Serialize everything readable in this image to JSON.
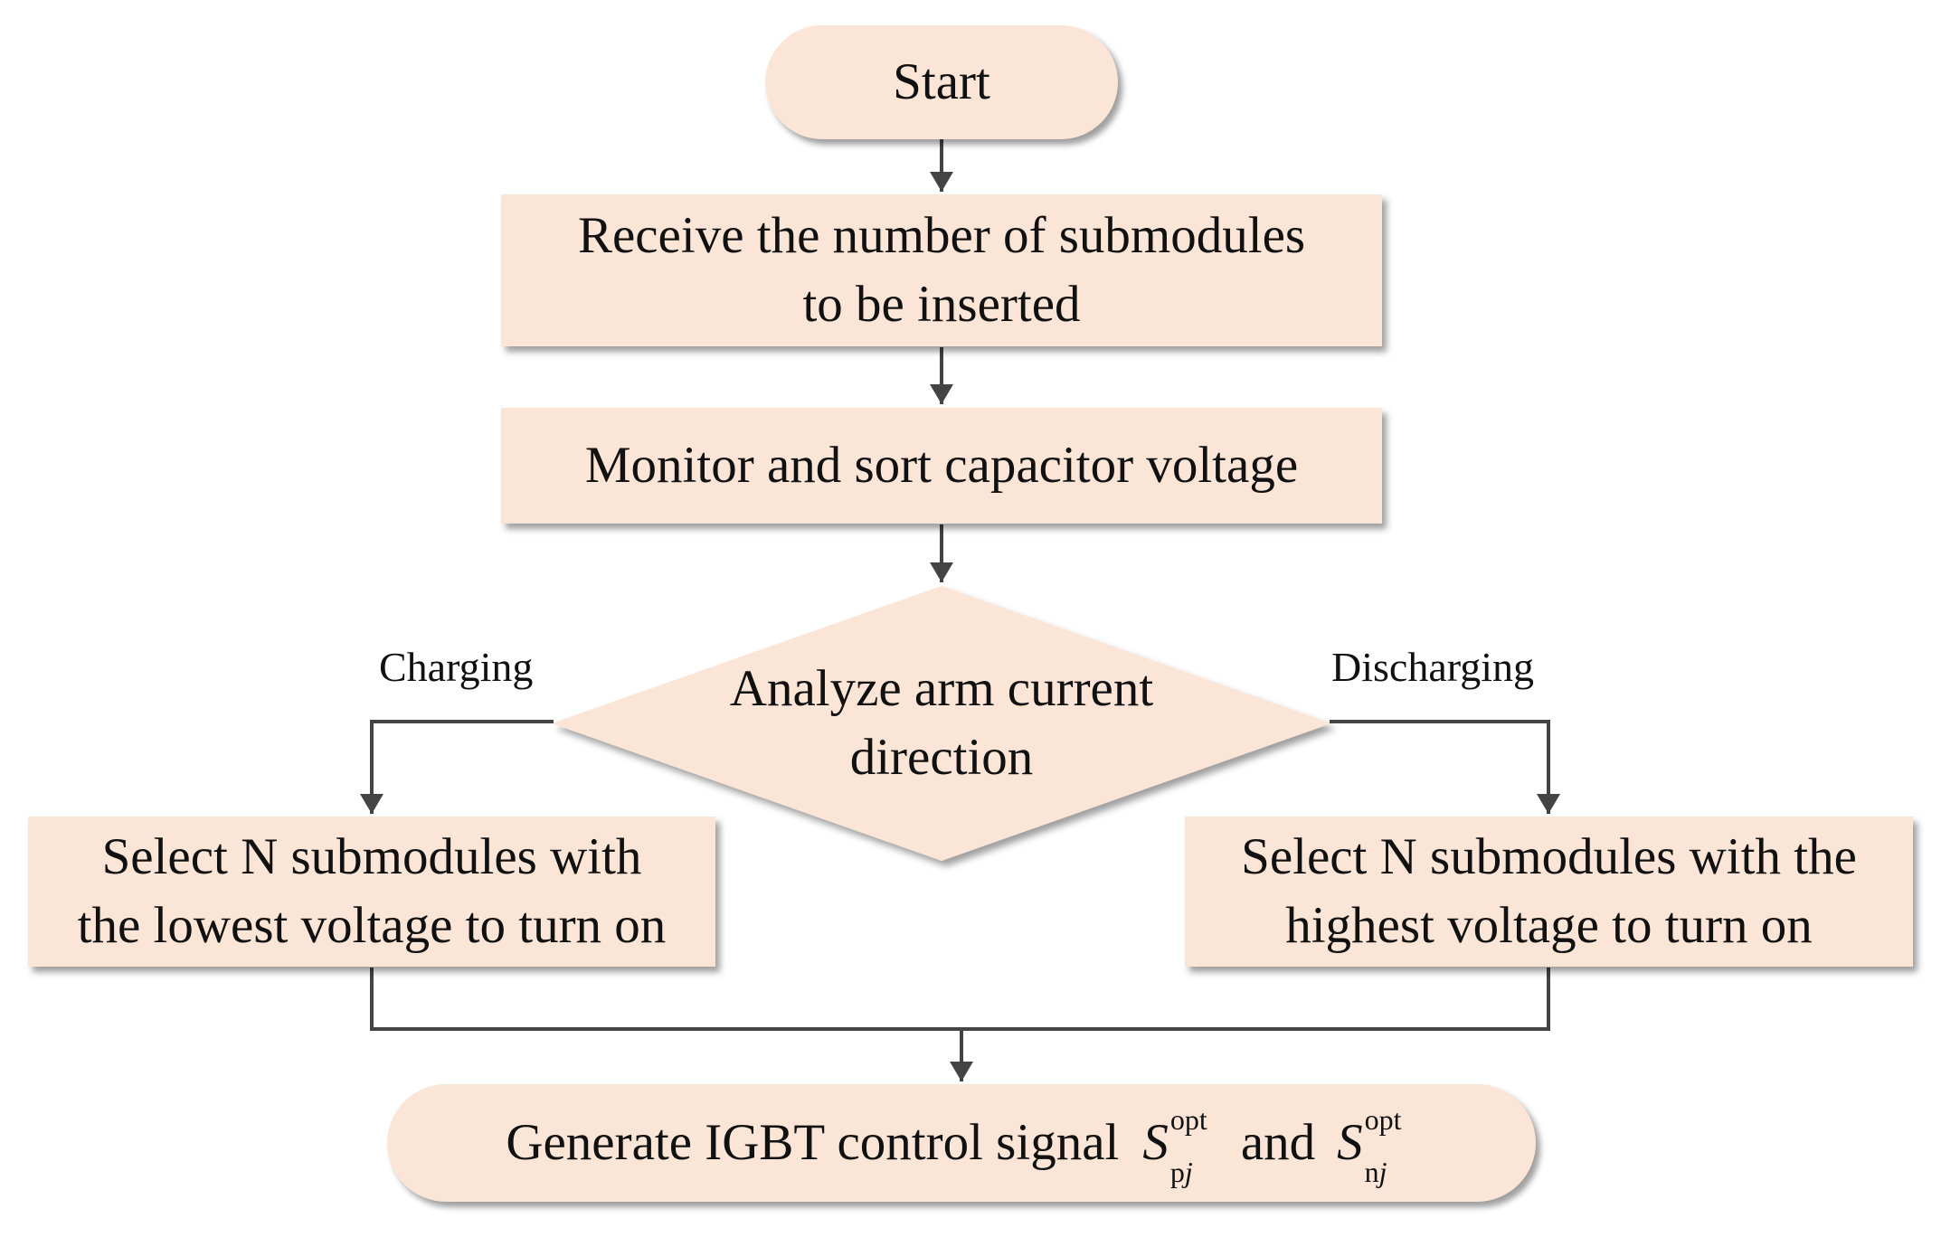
{
  "nodes": {
    "start": "Start",
    "receive": [
      "Receive the number of submodules",
      "to be inserted"
    ],
    "monitor": "Monitor and sort capacitor voltage",
    "decision": [
      "Analyze arm current",
      "direction"
    ],
    "select_low": [
      "Select N submodules with",
      "the lowest voltage to turn on"
    ],
    "select_high": [
      "Select N submodules with the",
      "highest voltage to turn on"
    ],
    "generate": {
      "text": "Generate IGBT control signal",
      "and": "and",
      "symbol": "S",
      "sup": "opt",
      "sub1": "p",
      "sub1_index": "j",
      "sub2": "n",
      "sub2_index": "j"
    }
  },
  "branches": {
    "left": "Charging",
    "right": "Discharging"
  },
  "colors": {
    "node_fill": "#fbe5d6",
    "arrow": "#444444",
    "text": "#111111"
  }
}
